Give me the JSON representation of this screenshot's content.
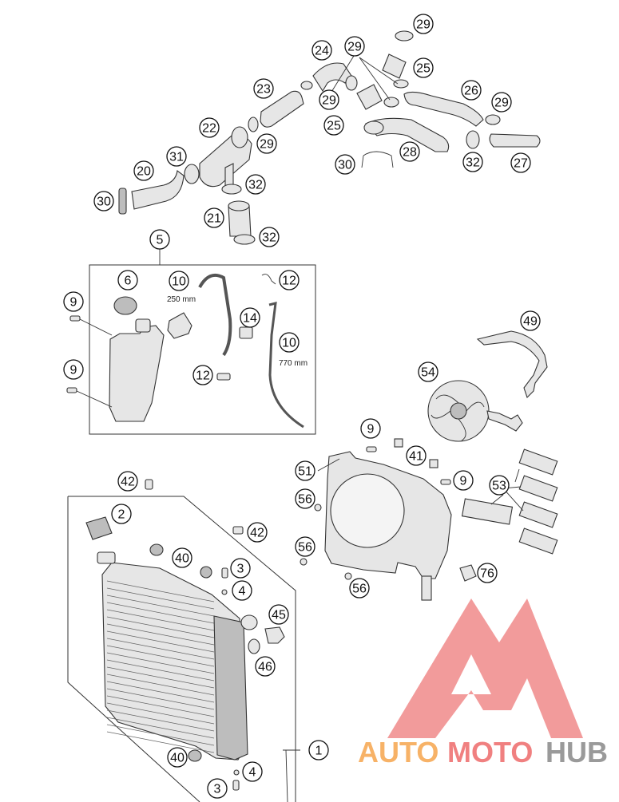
{
  "callouts": [
    {
      "id": "c29a",
      "label": "29"
    },
    {
      "id": "c29b",
      "label": "29"
    },
    {
      "id": "c25a",
      "label": "25"
    },
    {
      "id": "c24",
      "label": "24"
    },
    {
      "id": "c29c",
      "label": "29"
    },
    {
      "id": "c23",
      "label": "23"
    },
    {
      "id": "c26",
      "label": "26"
    },
    {
      "id": "c29d",
      "label": "29"
    },
    {
      "id": "c25b",
      "label": "25"
    },
    {
      "id": "c22",
      "label": "22"
    },
    {
      "id": "c29e",
      "label": "29"
    },
    {
      "id": "c28",
      "label": "28"
    },
    {
      "id": "c30a",
      "label": "30"
    },
    {
      "id": "c32a",
      "label": "32"
    },
    {
      "id": "c27",
      "label": "27"
    },
    {
      "id": "c31",
      "label": "31"
    },
    {
      "id": "c20",
      "label": "20"
    },
    {
      "id": "c32b",
      "label": "32"
    },
    {
      "id": "c30b",
      "label": "30"
    },
    {
      "id": "c21",
      "label": "21"
    },
    {
      "id": "c32c",
      "label": "32"
    },
    {
      "id": "c5",
      "label": "5"
    },
    {
      "id": "c6",
      "label": "6"
    },
    {
      "id": "c10a",
      "label": "10"
    },
    {
      "id": "c12a",
      "label": "12"
    },
    {
      "id": "c9a",
      "label": "9"
    },
    {
      "id": "c14",
      "label": "14"
    },
    {
      "id": "c10b",
      "label": "10"
    },
    {
      "id": "c9b",
      "label": "9"
    },
    {
      "id": "c12b",
      "label": "12"
    },
    {
      "id": "c49",
      "label": "49"
    },
    {
      "id": "c54",
      "label": "54"
    },
    {
      "id": "c9c",
      "label": "9"
    },
    {
      "id": "c41",
      "label": "41"
    },
    {
      "id": "c51",
      "label": "51"
    },
    {
      "id": "c9d",
      "label": "9"
    },
    {
      "id": "c53",
      "label": "53"
    },
    {
      "id": "c56a",
      "label": "56"
    },
    {
      "id": "c56b",
      "label": "56"
    },
    {
      "id": "c56c",
      "label": "56"
    },
    {
      "id": "c76",
      "label": "76"
    },
    {
      "id": "c42a",
      "label": "42"
    },
    {
      "id": "c2",
      "label": "2"
    },
    {
      "id": "c42b",
      "label": "42"
    },
    {
      "id": "c40a",
      "label": "40"
    },
    {
      "id": "c3a",
      "label": "3"
    },
    {
      "id": "c4a",
      "label": "4"
    },
    {
      "id": "c45",
      "label": "45"
    },
    {
      "id": "c46",
      "label": "46"
    },
    {
      "id": "c1",
      "label": "1"
    },
    {
      "id": "c40b",
      "label": "40"
    },
    {
      "id": "c4b",
      "label": "4"
    },
    {
      "id": "c3b",
      "label": "3"
    }
  ],
  "notes": {
    "hose_short": "250 mm",
    "hose_long": "770 mm"
  },
  "watermark": {
    "part1": "AUTO",
    "part2": "MOTO",
    "part3": "HUB",
    "color1": "#f7b267",
    "color2": "#f08080",
    "color3": "#9a9a9a",
    "mark_color": "#f08a8a"
  }
}
